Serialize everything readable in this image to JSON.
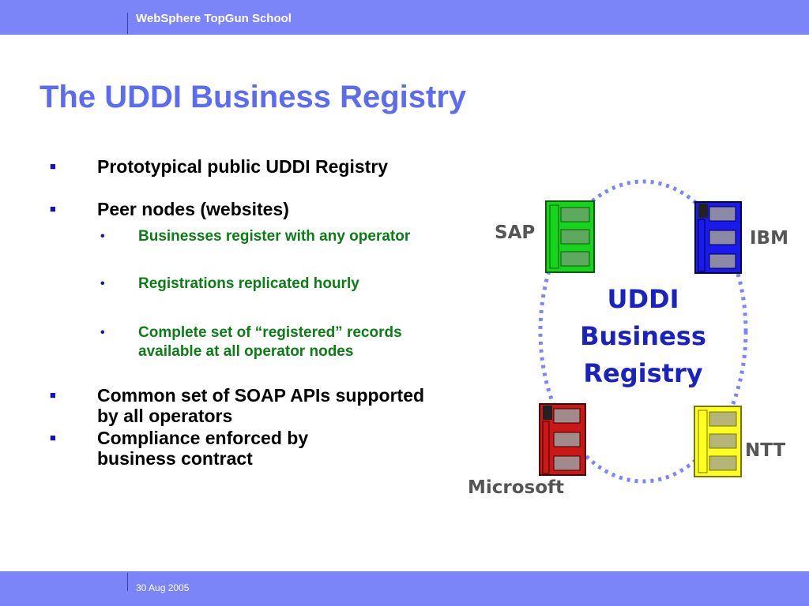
{
  "header": {
    "text": "WebSphere TopGun School"
  },
  "slide": {
    "title": "The UDDI Business Registry",
    "bullets": [
      {
        "level": 1,
        "text": "Prototypical public UDDI Registry"
      },
      {
        "level": 1,
        "text": "Peer nodes (websites)"
      },
      {
        "level": 2,
        "text": "Businesses register with any operator"
      },
      {
        "level": 2,
        "text": "Registrations replicated hourly"
      },
      {
        "level": 2,
        "text": "Complete set of “registered” records available at all operator nodes"
      },
      {
        "level": 1,
        "text": "Common set of SOAP APIs supported by all operators"
      },
      {
        "level": 1,
        "text": "Compliance enforced by business contract"
      }
    ],
    "markers": {
      "level1": "■",
      "level2": "•"
    }
  },
  "diagram": {
    "center_lines": [
      "UDDI",
      "Business",
      "Registry"
    ],
    "nodes": [
      {
        "name": "SAP",
        "color": "#18d31c"
      },
      {
        "name": "IBM",
        "color": "#1a1aee"
      },
      {
        "name": "NTT",
        "color": "#ffff22"
      },
      {
        "name": "Microsoft",
        "color": "#c81818"
      }
    ],
    "ring_color": "#7b85f7"
  },
  "footer": {
    "date": "30 Aug 2005"
  }
}
